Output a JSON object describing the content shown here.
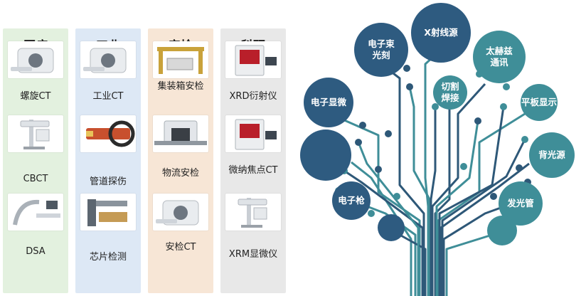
{
  "panels": [
    {
      "title": "医疗",
      "bg": "#e3f1df",
      "items": [
        {
          "label": "螺旋CT",
          "icon": "spiral-ct-icon"
        },
        {
          "label": "CBCT",
          "icon": "cbct-scanner-icon"
        },
        {
          "label": "DSA",
          "icon": "dsa-system-icon"
        }
      ]
    },
    {
      "title": "工业",
      "bg": "#dde8f5",
      "items": [
        {
          "label": "工业CT",
          "icon": "industrial-ct-icon"
        },
        {
          "label": "管道探伤",
          "icon": "pipeline-inspection-icon"
        },
        {
          "label": "芯片检测",
          "icon": "chip-inspection-icon"
        }
      ]
    },
    {
      "title": "安检",
      "bg": "#f7e6d6",
      "items": [
        {
          "label": "集装箱安检",
          "icon": "container-scanner-icon"
        },
        {
          "label": "物流安检",
          "icon": "logistics-scanner-icon"
        },
        {
          "label": "安检CT",
          "icon": "security-ct-icon"
        }
      ]
    },
    {
      "title": "科研",
      "bg": "#e8e8e8",
      "items": [
        {
          "label": "XRD衍射仪",
          "icon": "xrd-diffractometer-icon"
        },
        {
          "label": "微纳焦点CT",
          "icon": "micro-focus-ct-icon"
        },
        {
          "label": "XRM显微仪",
          "icon": "xrm-microscope-icon"
        }
      ]
    }
  ],
  "tree": {
    "trunk_color": "#2e5878",
    "blue": "#2e5b80",
    "teal": "#3f8e98",
    "nodes": [
      {
        "id": "electron-beam-lithography",
        "label": "电子束\n光刻",
        "color": "blue"
      },
      {
        "id": "x-ray-source",
        "label": "X射线源",
        "color": "blue"
      },
      {
        "id": "terahertz-communication",
        "label": "太赫兹\n通讯",
        "color": "teal"
      },
      {
        "id": "electron-microscope",
        "label": "电子显微",
        "color": "blue"
      },
      {
        "id": "cutting-welding",
        "label": "切割\n焊接",
        "color": "teal"
      },
      {
        "id": "flat-panel-display",
        "label": "平板显示",
        "color": "teal"
      },
      {
        "id": "backlight-source",
        "label": "背光源",
        "color": "teal"
      },
      {
        "id": "electron-gun",
        "label": "电子枪",
        "color": "blue"
      },
      {
        "id": "light-emitting-tube",
        "label": "发光管",
        "color": "teal"
      },
      {
        "id": "blank-large-node",
        "label": "",
        "color": "blue"
      },
      {
        "id": "blank-bottom-node",
        "label": "",
        "color": "blue"
      },
      {
        "id": "blank-right-node",
        "label": "",
        "color": "teal"
      }
    ]
  }
}
